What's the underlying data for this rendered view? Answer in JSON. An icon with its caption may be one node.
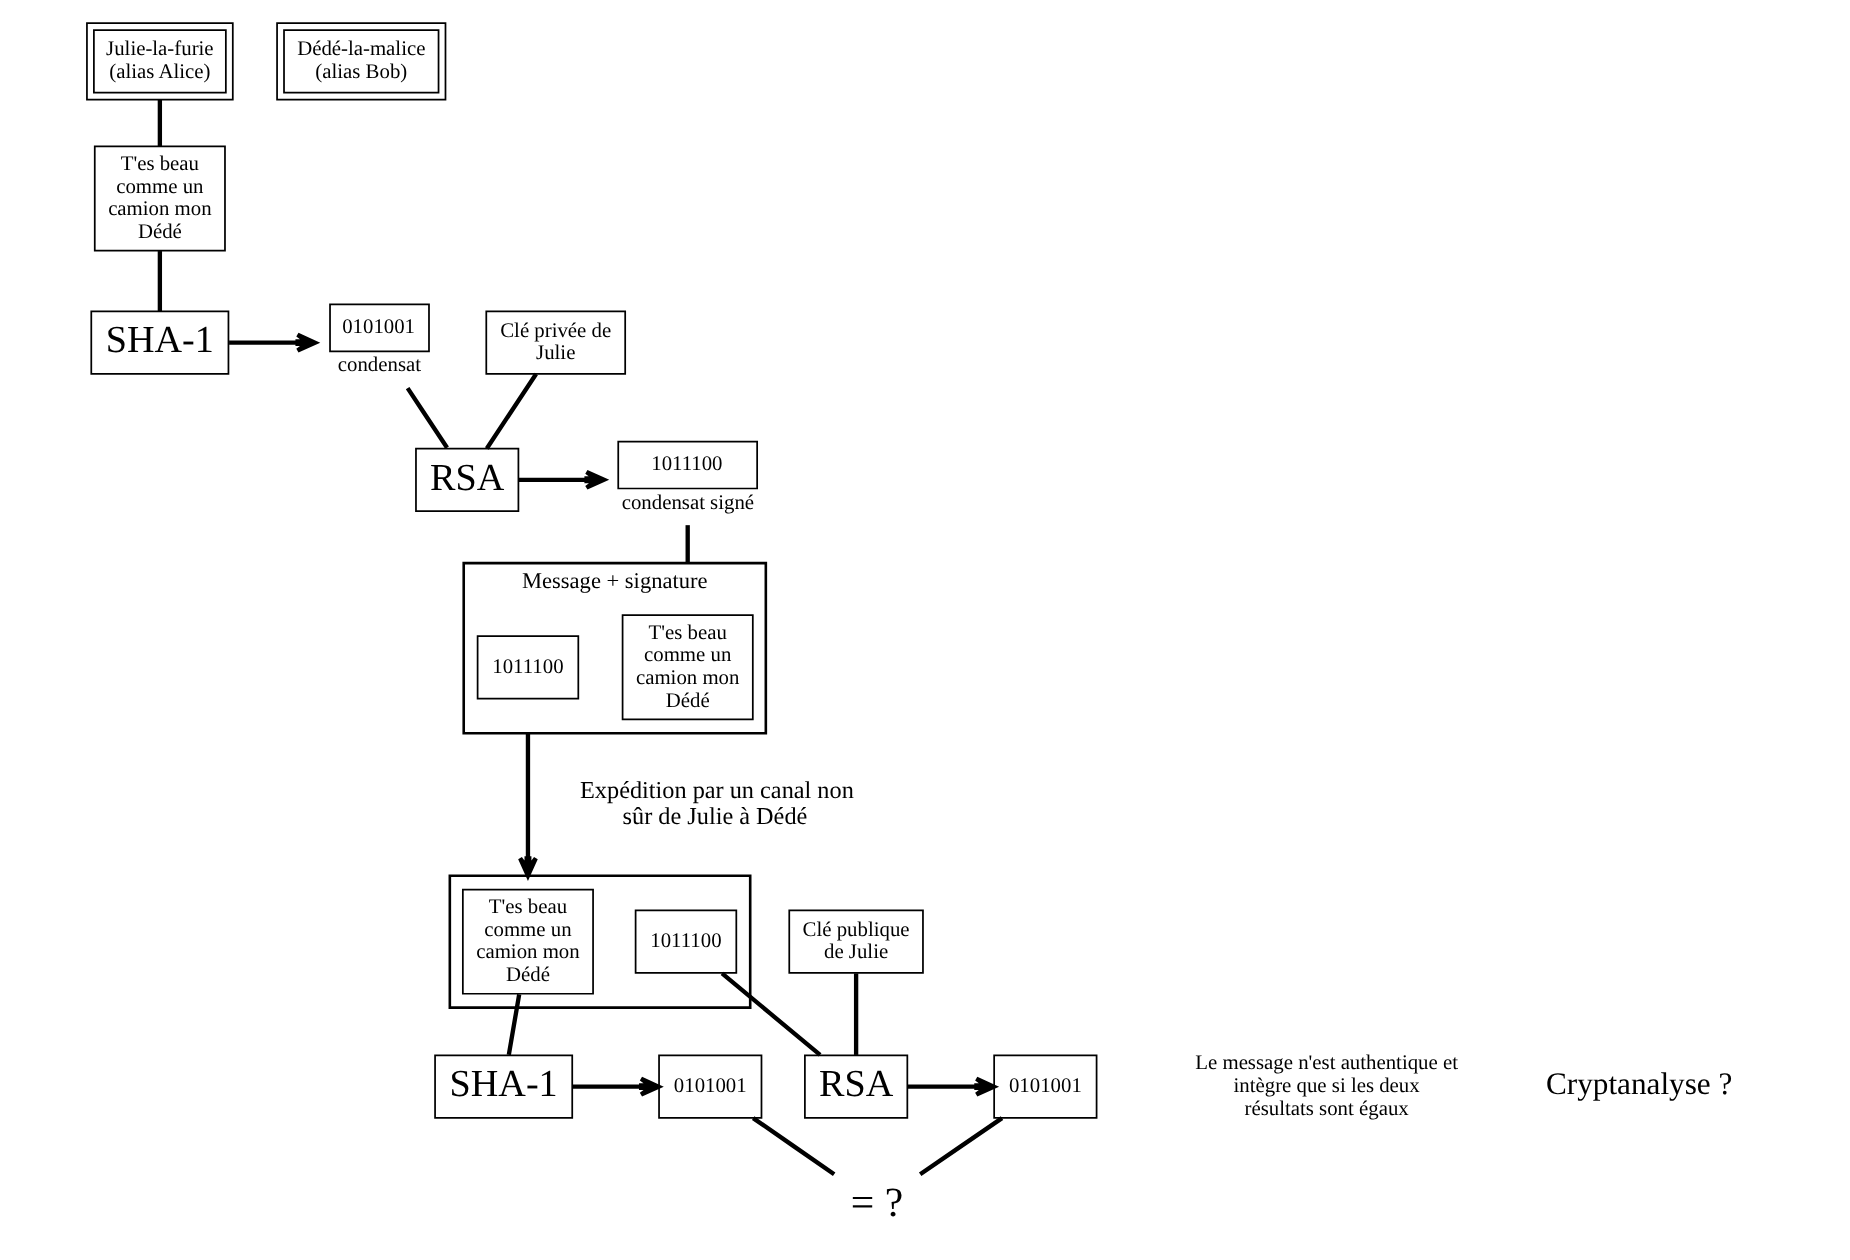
{
  "diagram": {
    "nodes": [
      {
        "text": [
          "Julie-la-furie (alias Alice)"
        ]
      },
      {
        "text": [
          "T'es beau comme un camion mon Dédé"
        ]
      },
      {
        "text": [
          "Clé privée de Julie"
        ]
      },
      {
        "text": [
          "RSA"
        ]
      },
      {
        "text": [
          "SHA-1"
        ]
      },
      {
        "text": [
          "0101001"
        ],
        "beside": [
          "condensat"
        ]
      },
      {
        "text": [
          "1011100"
        ],
        "beside": [
          "condensat signé"
        ]
      },
      {
        "text": [
          "Message + signature"
        ]
      },
      {
        "text": [
          "T'es beau comme un camion mon Dédé"
        ],
        "in": 7
      },
      {
        "text": [
          "1011100"
        ],
        "in": 7
      },
      {
        "text": [],
        "shape": "box"
      },
      {
        "text": [
          "T'es beau comme un camion mon Dédé"
        ],
        "in": 10
      },
      {
        "text": [
          "1011100"
        ],
        "in": 10
      },
      {
        "text": [
          "SHA-1"
        ]
      },
      {
        "text": [
          "RSA"
        ]
      },
      {
        "text": [
          "0101001"
        ]
      },
      {
        "text": [
          "0101001"
        ]
      },
      {
        "text": [
          "Clé publique de Julie"
        ]
      },
      {
        "text": [
          "= ?"
        ]
      },
      {
        "text": [
          "Dédé-la-malice (alias Bob)"
        ]
      }
    ],
    "edges": [
      {
        "from": 0,
        "to": 1,
        "arrow": "none"
      },
      {
        "from": 1,
        "to": 4,
        "arrow": "none"
      },
      {
        "from": 4,
        "to": 5,
        "arrow": "to"
      },
      {
        "from": 5,
        "to": 3,
        "arrow": "none"
      },
      {
        "from": 2,
        "to": 3,
        "arrow": "none"
      },
      {
        "from": 3,
        "to": 6,
        "arrow": "to"
      },
      {
        "from": 6,
        "to": 7,
        "arrow": "none"
      },
      {
        "from": 7,
        "to": 10,
        "arrow": "to",
        "label": "Expédition par un canal non sûr de Julie à Dédé"
      },
      {
        "from": 11,
        "to": 13,
        "arrow": "none"
      },
      {
        "from": 13,
        "to": 15,
        "arrow": "to"
      },
      {
        "from": 12,
        "to": 14,
        "arrow": "none"
      },
      {
        "from": 14,
        "to": 16,
        "arrow": "to"
      },
      {
        "from": 17,
        "to": 14,
        "arrow": "none"
      },
      {
        "from": 15,
        "to": 18,
        "arrow": "none"
      },
      {
        "from": 16,
        "to": 18,
        "arrow": "none"
      }
    ],
    "labels": [
      "Le message n'est authentique et intègre que si les deux résultats sont égaux",
      "Cryptanalyse ?"
    ]
  }
}
